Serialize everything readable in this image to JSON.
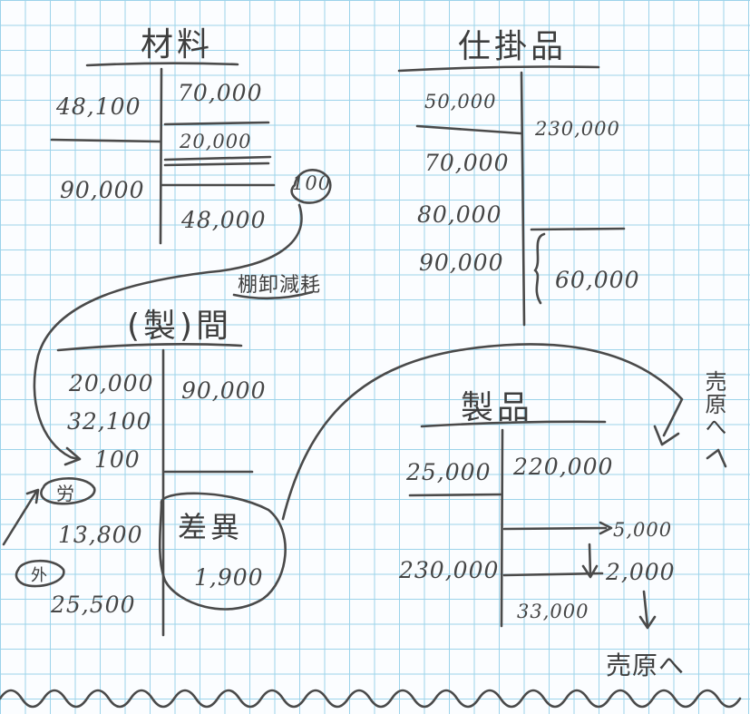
{
  "accounts": {
    "material": {
      "title": "材料",
      "debit": [
        "48,100",
        "90,000"
      ],
      "credit": [
        "70,000",
        "20,000",
        "48,000"
      ],
      "marker": "100",
      "note": "棚卸減耗"
    },
    "work_in_process": {
      "title": "仕掛品",
      "debit": [
        "50,000",
        "70,000",
        "80,000",
        "90,000"
      ],
      "credit": [
        "230,000",
        "60,000"
      ]
    },
    "overhead": {
      "title": "(製)間",
      "debit": [
        "20,000",
        "32,100",
        "100",
        "13,800",
        "25,500"
      ],
      "debit_markers": [
        "労",
        "外"
      ],
      "credit": [
        "90,000"
      ],
      "variance_label": "差異",
      "variance_value": "1,900"
    },
    "finished_goods": {
      "title": "製品",
      "debit": [
        "25,000",
        "230,000"
      ],
      "credit": [
        "220,000",
        "5,000",
        "2,000",
        "33,000"
      ],
      "note_right": "売原へ",
      "note_bottom": "売原へ"
    }
  }
}
